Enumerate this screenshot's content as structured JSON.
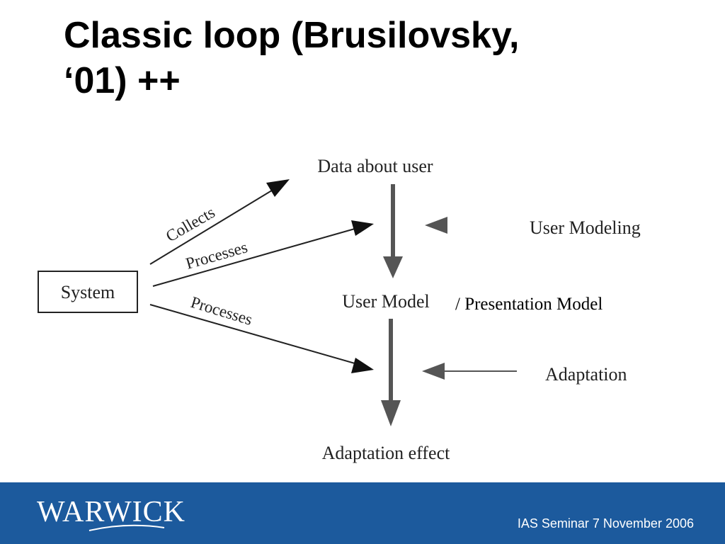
{
  "slide": {
    "title_line1": "Classic loop (Brusilovsky,",
    "title_line2": "‘01) ++"
  },
  "diagram": {
    "nodes": {
      "system": "System",
      "data_about_user": "Data about user",
      "user_model": "User Model",
      "adaptation_effect": "Adaptation effect"
    },
    "edges": {
      "collects": "Collects",
      "processes_upper": "Processes",
      "processes_lower": "Processes"
    },
    "stages": {
      "user_modeling": "User Modeling",
      "adaptation": "Adaptation"
    },
    "annotation": "/ Presentation Model"
  },
  "footer": {
    "logo_text": "WARWICK",
    "seminar_text": "IAS Seminar 7 November 2006",
    "background_color": "#1c5a9d"
  }
}
